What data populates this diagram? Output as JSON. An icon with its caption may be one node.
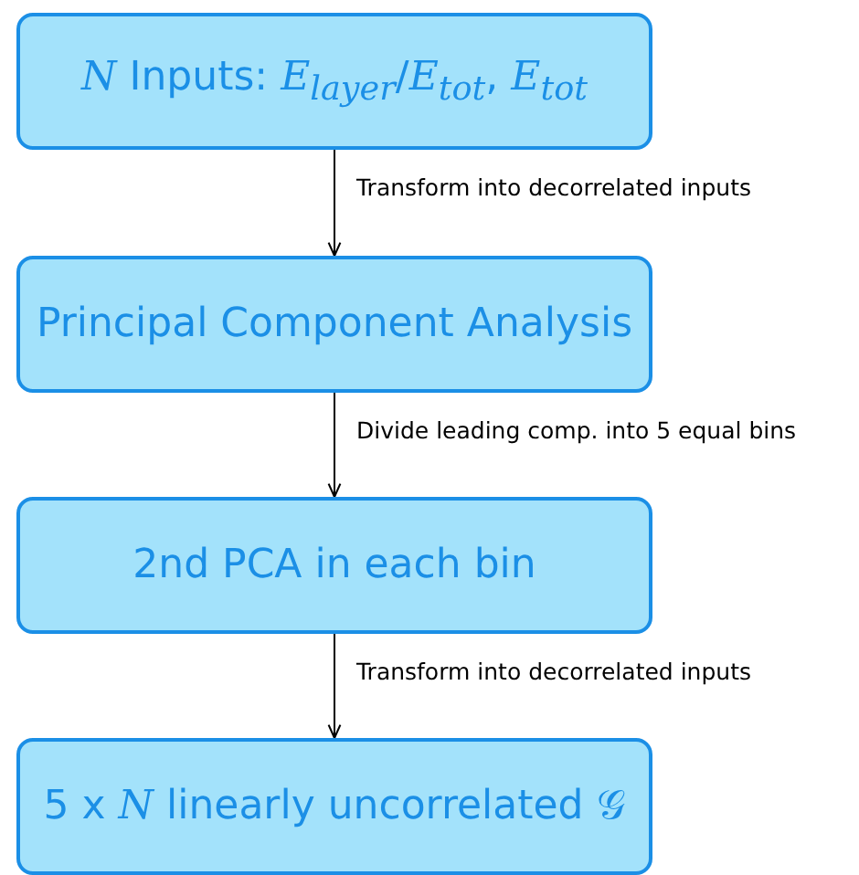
{
  "diagram": {
    "nodes": [
      {
        "text": [
          "*N* Inputs: *E*$_{layer}$/*E*$_{tot}$, *E*$_{tot}$"
        ]
      },
      {
        "text": [
          "Principal Component Analysis"
        ]
      },
      {
        "text": [
          "2nd PCA in each bin"
        ]
      },
      {
        "text": [
          "5 x *N* linearly uncorrelated 𝒢"
        ]
      }
    ],
    "edges": [
      {
        "from": 0,
        "to": 1,
        "arrow": "to",
        "label": "Transform into decorrelated inputs"
      },
      {
        "from": 1,
        "to": 2,
        "arrow": "to",
        "label": "Divide leading comp. into 5 equal bins"
      },
      {
        "from": 2,
        "to": 3,
        "arrow": "to",
        "label": "Transform into decorrelated inputs"
      }
    ]
  }
}
